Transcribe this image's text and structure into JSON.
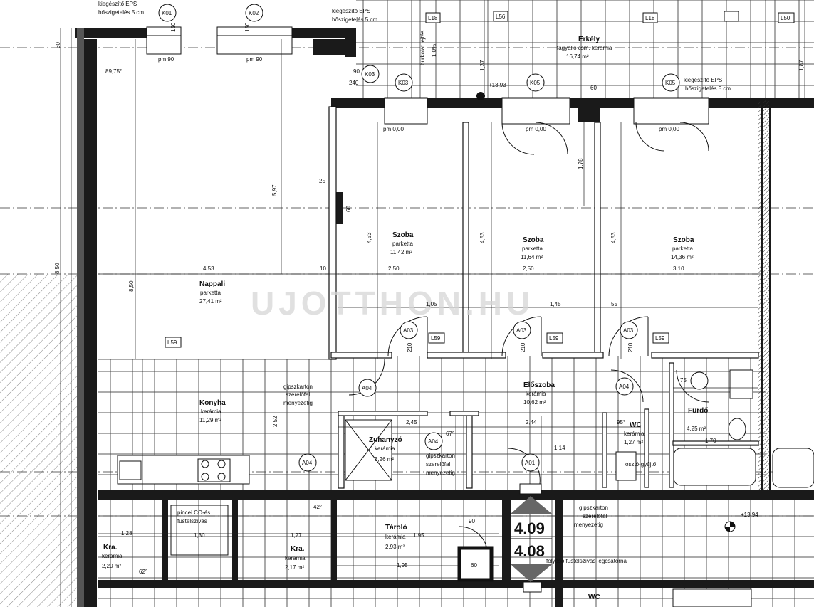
{
  "watermark": "UJOTTHON.HU",
  "colors": {
    "wall": "#1a1a1a",
    "line": "#222222",
    "tile": "#555555",
    "hatch": "#888888"
  },
  "header": {
    "kieg1": "kiegészítő EPS",
    "kieg1b": "hőszigetelés 5 cm",
    "kieg2": "kiegészítő EPS",
    "kieg2b": "hőszigetelés 5 cm",
    "kieg3": "kiegészítő EPS",
    "kieg3b": "hőszigetelés 5 cm"
  },
  "rooms": {
    "erkely": {
      "name": "Erkély",
      "finish": "fagyálló csm. kerámia",
      "area": "16,74 m²"
    },
    "nappali": {
      "name": "Nappali",
      "finish": "parketta",
      "area": "27,41 m²"
    },
    "szoba1": {
      "name": "Szoba",
      "finish": "parketta",
      "area": "11,42 m²"
    },
    "szoba2": {
      "name": "Szoba",
      "finish": "parketta",
      "area": "11,64 m²"
    },
    "szoba3": {
      "name": "Szoba",
      "finish": "parketta",
      "area": "14,36 m²"
    },
    "konyha": {
      "name": "Konyha",
      "finish": "kerámia",
      "area": "11,29 m²"
    },
    "eloszoba": {
      "name": "Előszoba",
      "finish": "kerámia",
      "area": "10,62 m²"
    },
    "zuhanyzo": {
      "name": "Zuhanyzó",
      "finish": "kerámia",
      "area": "3,26 m²"
    },
    "furdo": {
      "name": "Fürdő",
      "finish": "",
      "area": "4,25 m²"
    },
    "wc": {
      "name": "WC",
      "finish": "kerámia",
      "area": "1,27 m²"
    },
    "tarolo": {
      "name": "Tároló",
      "finish": "kerámia",
      "area": "2,93 m²"
    },
    "kra1": {
      "name": "Kra.",
      "finish": "kerámia",
      "area": "2,20 m²"
    },
    "kra2": {
      "name": "Kra.",
      "finish": "kerámia",
      "area": "2,17 m²"
    },
    "wc2": {
      "name": "WC"
    }
  },
  "notes": {
    "gipsz1": "gipszkarton",
    "gipsz1b": "szerelőfal",
    "gipsz1c": "menyezetig",
    "gipsz2": "gipszkarton",
    "gipsz2b": "szerelőfal",
    "gipsz2c": "menyezetig",
    "gipsz3": "gipszkarton",
    "gipsz3b": "szerelőfal",
    "gipsz3c": "menyezetig",
    "pince": "pincei CO-és",
    "pinceb": "füstelszívás",
    "folyoso": "folyosó füstelszívás légcsatorna",
    "oszto": "osztó-gyűjtő",
    "burkolat": "burkolat lejtés",
    "lejtes": "1,0%"
  },
  "tags": {
    "k01": "K01",
    "k02": "K02",
    "k03a": "K03",
    "k03b": "K03",
    "k05a": "K05",
    "k05b": "K05",
    "a03a": "A03",
    "a03b": "A03",
    "a03c": "A03",
    "a04a": "A04",
    "a04b": "A04",
    "a04c": "A04",
    "a04d": "A04",
    "a01": "A01",
    "l59a": "L59",
    "l59b": "L59",
    "l59c": "L59",
    "l59d": "L59",
    "l18a": "L18",
    "l18b": "L18",
    "l56": "L56",
    "l50": "L50"
  },
  "dims": {
    "d453a": "4,53",
    "d453b": "4,53",
    "d453c": "4,53",
    "d453d": "4,53",
    "d597": "5,97",
    "d850a": "8,50",
    "d850b": "8,50",
    "d250a": "2,50",
    "d250b": "2,50",
    "d310": "3,10",
    "d105": "1,05",
    "d145": "1,45",
    "d245": "2,45",
    "d244": "2,44",
    "d252": "2,52",
    "d128": "1,28",
    "d130": "1,30",
    "d127": "1,27",
    "d195a": "1,95",
    "d195b": "1,95",
    "d170": "1,70",
    "d178": "1,78",
    "d137": "1,37",
    "d187": "1,87",
    "d114": "1,14",
    "d60a": "60",
    "d60b": "60",
    "d60c": "60",
    "d90a": "90",
    "d90b": "90",
    "d210a": "210",
    "d210b": "210",
    "d210c": "210",
    "d10": "10",
    "d25": "25",
    "d55": "55",
    "d75": "75",
    "d240": "240",
    "d150a": "150",
    "d150b": "150",
    "d30": "30",
    "ang1": "89,75°",
    "ang2": "42°",
    "ang3": "62°",
    "ang4": "67°",
    "ang5": "95°",
    "lvl1": "+13,93",
    "lvl2": "+13,94",
    "pm0a": "pm 0,00",
    "pm0b": "pm 0,00",
    "pm0c": "pm 0,00",
    "pm90a": "pm 90",
    "pm90b": "pm 90"
  },
  "units": {
    "u409": "4.09",
    "u408": "4.08"
  }
}
